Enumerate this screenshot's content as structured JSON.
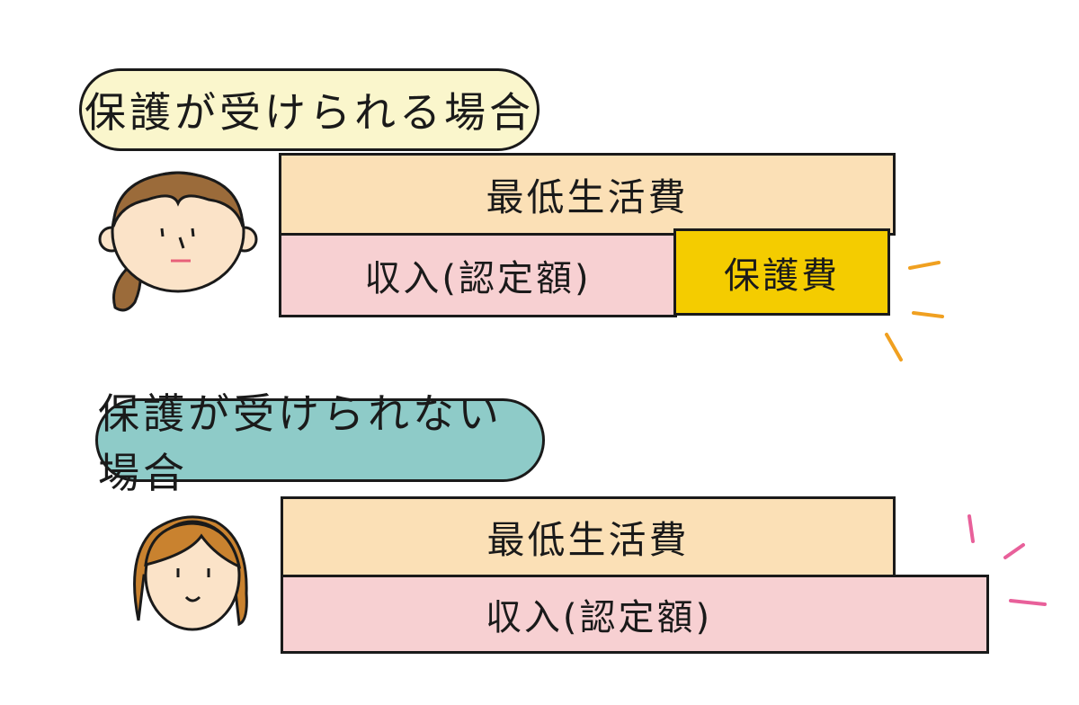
{
  "scenario_eligible": {
    "label": "保護が受けられる場合",
    "min_living_cost": "最低生活費",
    "income": "収入(認定額)",
    "protection_cost": "保護費",
    "colors": {
      "label_bg": "#faf6cc",
      "min_bg": "#fbe0b6",
      "income_bg": "#f7d0d2",
      "protection_bg": "#f4cc00",
      "accent": "#f0a020"
    }
  },
  "scenario_ineligible": {
    "label": "保護が受けられない場合",
    "min_living_cost": "最低生活費",
    "income": "収入(認定額)",
    "colors": {
      "label_bg": "#8ecbc8",
      "min_bg": "#fbe0b6",
      "income_bg": "#f7d0d2",
      "accent": "#e8609a"
    }
  },
  "icons": [
    "woman-ponytail-icon",
    "woman-bob-hair-icon",
    "emphasis-lines-icon"
  ]
}
